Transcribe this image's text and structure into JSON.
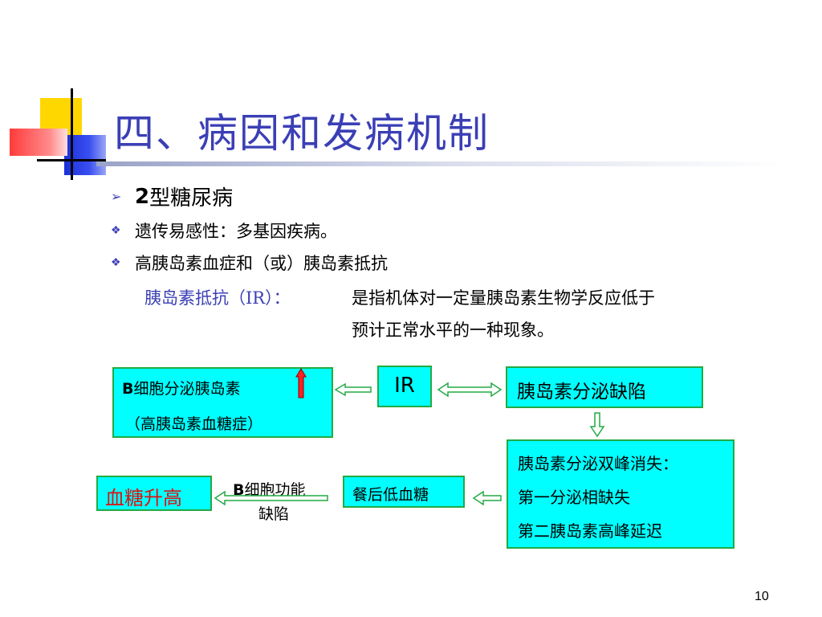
{
  "slide": {
    "title": "四、病因和发病机制",
    "page_number": "10"
  },
  "bullets": {
    "heading_num": "2",
    "heading_text": "型糖尿病",
    "item1": "遗传易感性：多基因疾病。",
    "item2": "高胰岛素血症和（或）胰岛素抵抗",
    "ir_term": "胰岛素抵抗（IR）：",
    "ir_definition_line1": "是指机体对一定量胰岛素生物学反应低于",
    "ir_definition_line2": "预计正常水平的一种现象。"
  },
  "diagram": {
    "b_cell_box": {
      "line1_bold": "B",
      "line1_rest": "细胞分泌胰岛素",
      "line2": "（高胰岛素血糖症）"
    },
    "ir_box": "IR",
    "defect_box": "胰岛素分泌缺陷",
    "biphasic_box": {
      "line1": "胰岛素分泌双峰消失：",
      "line2": "第一分泌相缺失",
      "line3": "第二胰岛素高峰延迟"
    },
    "postmeal_box": "餐后低血糖",
    "b_function_label": {
      "line1_bold": "B",
      "line1_rest": "细胞功能",
      "line2": "缺陷"
    },
    "glucose_box": "血糖升高"
  },
  "colors": {
    "title": "#3b3fb5",
    "box_fill": "#00ffff",
    "box_border": "#22aa44",
    "glucose_text": "#e01010",
    "arrow_outline": "#22aa44",
    "arrow_fill": "#ffffff"
  }
}
